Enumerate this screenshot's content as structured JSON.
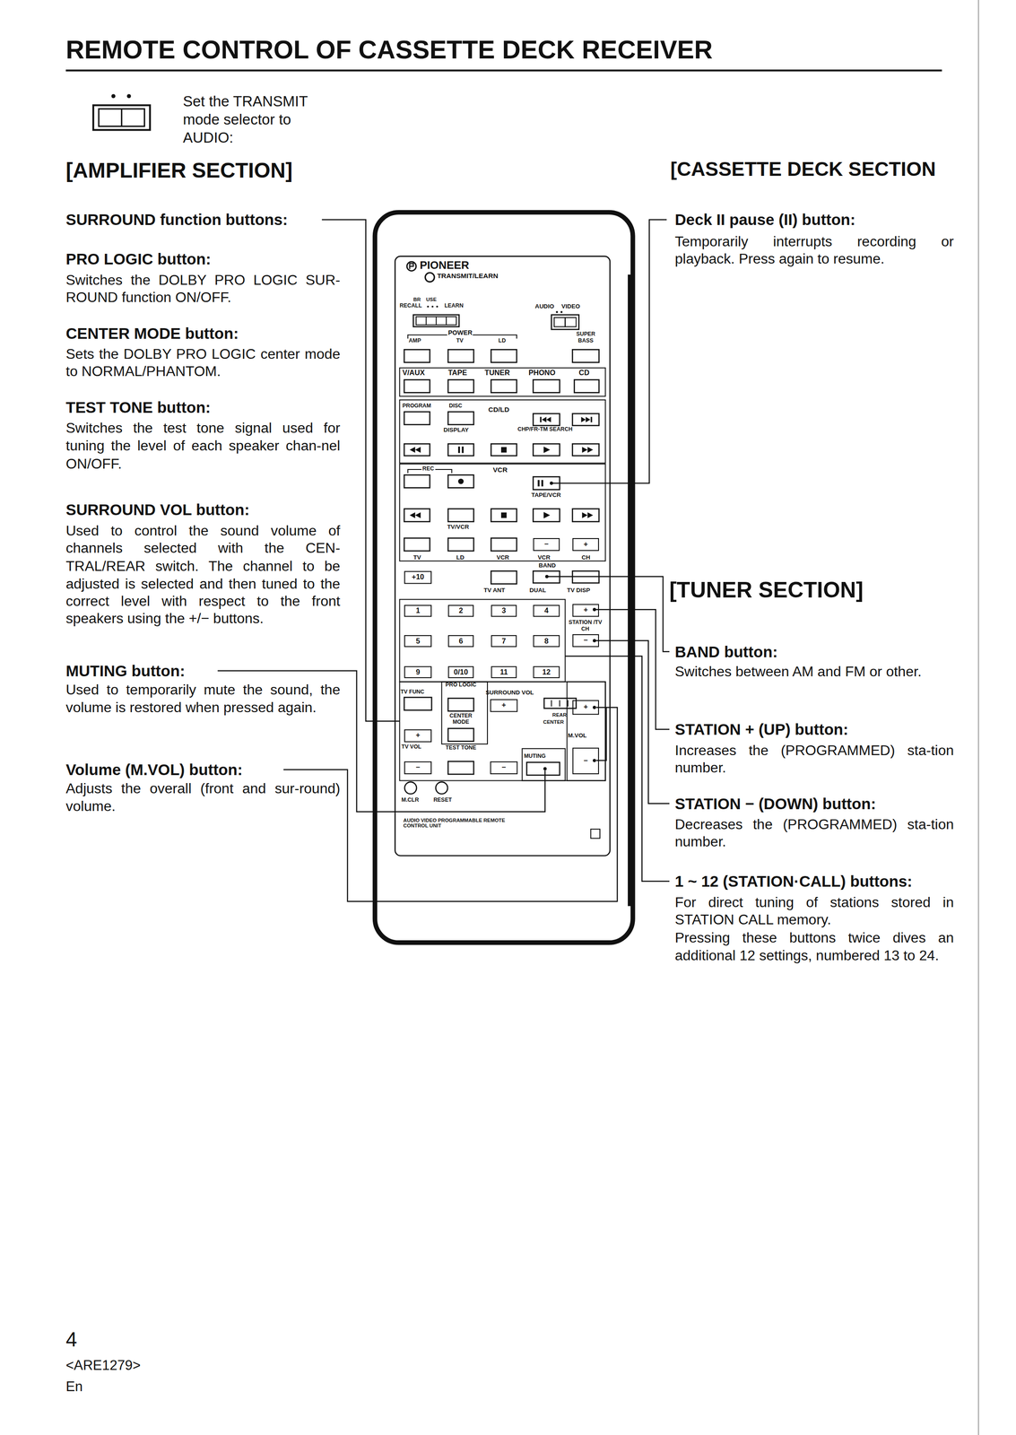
{
  "diagram": {
    "title": "REMOTE CONTROL OF CASSETTE DECK RECEIVER",
    "nodes": [
      {
        "text": [
          "−"
        ]
      },
      {
        "text": [
          "+"
        ]
      },
      {
        "text": [
          "+10"
        ]
      },
      {
        "text": [
          "1"
        ]
      },
      {
        "text": [
          "2"
        ]
      },
      {
        "text": [
          "3"
        ]
      },
      {
        "text": [
          "4"
        ]
      },
      {
        "text": [
          "+"
        ]
      },
      {
        "text": [
          "5"
        ]
      },
      {
        "text": [
          "6"
        ]
      },
      {
        "text": [
          "7"
        ]
      },
      {
        "text": [
          "8"
        ]
      },
      {
        "text": [
          "−"
        ]
      },
      {
        "text": [
          "9"
        ]
      },
      {
        "text": [
          "0/10"
        ]
      },
      {
        "text": [
          "11"
        ]
      },
      {
        "text": [
          "12"
        ]
      },
      {
        "text": [
          "+"
        ]
      },
      {
        "text": [
          "+"
        ]
      },
      {
        "text": [
          "+"
        ]
      },
      {
        "text": [
          "−"
        ]
      },
      {
        "text": [
          "−"
        ]
      },
      {
        "text": [
          "−"
        ]
      }
    ],
    "labels": [
      "Set the TRANSMIT mode selector to AUDIO:",
      "[AMPLIFIER SECTION]",
      "[CASSETTE DECK SECTION",
      "SURROUND function buttons:",
      "PRO LOGIC button:",
      "Switches the DOLBY PRO LOGIC SUR-ROUND function ON/OFF.",
      "CENTER MODE button:",
      "Sets the DOLBY PRO LOGIC center mode to NORMAL/PHANTOM.",
      "TEST TONE button:",
      "Switches the test tone signal used for tuning the level of each speaker chan-nel ON/OFF.",
      "SURROUND VOL button:",
      "Used to control the sound volume of channels selected with the CEN-TRAL/REAR switch. The channel to be adjusted is selected and then tuned to the correct level with respect to the front speakers using the +/− buttons.",
      "MUTING button:",
      "Used to temporarily mute the sound, the volume is restored when pressed again.",
      "Volume (M.VOL) button:",
      "Adjusts the overall (front and sur-round) volume.",
      "Deck II pause (II) button:",
      "Temporarily interrupts recording or playback. Press again to resume.",
      "[TUNER SECTION]",
      "BAND button:",
      "Switches between AM and FM or other.",
      "STATION + (UP) button:",
      "Increases the (PROGRAMMED) sta-tion number.",
      "STATION − (DOWN) button:",
      "Decreases the (PROGRAMMED) sta-tion number.",
      "1 ~ 12 (STATION·CALL) buttons:",
      "For direct tuning of stations stored in STATION CALL memory.",
      "Pressing these buttons twice dives an additional 12 settings, numbered 13 to 24.",
      "4",
      "<ARE1279>",
      "En",
      "PIONEER",
      "TRANSMIT/LEARN",
      "BR",
      "USE",
      "RECALL",
      "LEARN",
      "AUDIO",
      "VIDEO",
      "POWER",
      "AMP",
      "TV",
      "LD",
      "SUPER BASS",
      "V/AUX",
      "TAPE",
      "TUNER",
      "PHONO",
      "CD",
      "PROGRAM",
      "DISC",
      "CD/LD",
      "DISPLAY",
      "CHP/FR-TM SEARCH",
      "REC",
      "VCR",
      "TAPE/VCR",
      "TV/VCR",
      "TV",
      "LD",
      "VCR",
      "VCR",
      "CH",
      "BAND",
      "TV ANT",
      "DUAL",
      "TV DISP",
      "STATION /TV CH",
      "TV FUNC",
      "PRO LOGIC",
      "SURROUND VOL",
      "CENTER MODE",
      "REAR",
      "CENTER",
      "TV VOL",
      "TEST TONE",
      "MUTING",
      "M.VOL",
      "M.CLR",
      "RESET",
      "AUDIO VIDEO PROGRAMMABLE REMOTE CONTROL UNIT"
    ]
  }
}
